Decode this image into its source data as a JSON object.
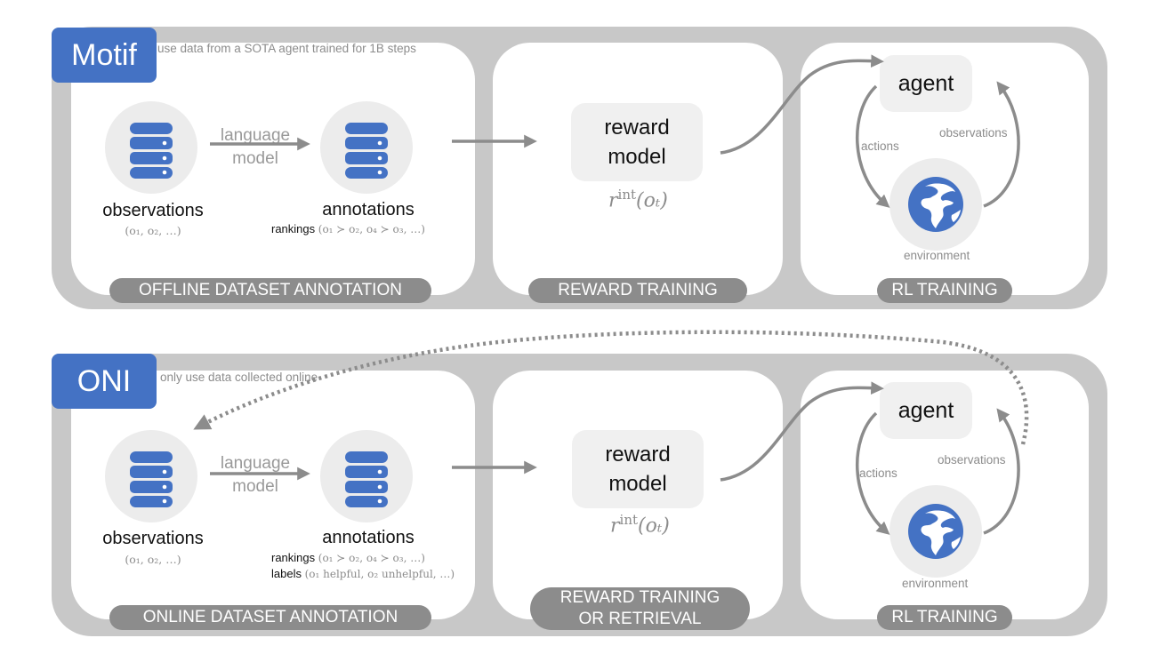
{
  "colors": {
    "frame": "#c8c8c8",
    "accent": "#4472c4",
    "stage": "#8c8c8c",
    "arrow": "#8c8c8c"
  },
  "rows": [
    {
      "tag": "Motif",
      "note": "use data from a SOTA agent trained for 1B steps",
      "obs_label": "observations",
      "obs_math": "(o₁, o₂, …)",
      "lm_label": "language\nmodel",
      "ann_label": "annotations",
      "rankings_prefix": "rankings",
      "rankings_math": "(o₁ ≻ o₂, o₄ ≻ o₃, …)",
      "labels_prefix": "",
      "labels_math": "",
      "stage1": "OFFLINE DATASET ANNOTATION",
      "reward_model": "reward\nmodel",
      "rint": "r",
      "rint_sup": "int",
      "rint_arg": "(oₜ)",
      "stage2": "REWARD TRAINING",
      "agent": "agent",
      "actions": "actions",
      "observations": "observations",
      "environment": "environment",
      "stage3": "RL TRAINING"
    },
    {
      "tag": "ONI",
      "note": "only use data collected online",
      "obs_label": "observations",
      "obs_math": "(o₁, o₂, …)",
      "lm_label": "language\nmodel",
      "ann_label": "annotations",
      "rankings_prefix": "rankings",
      "rankings_math": "(o₁ ≻ o₂, o₄ ≻ o₃, …)",
      "labels_prefix": "labels",
      "labels_math": "(o₁ helpful, o₂ unhelpful, …)",
      "stage1": "ONLINE DATASET ANNOTATION",
      "reward_model": "reward\nmodel",
      "rint": "r",
      "rint_sup": "int",
      "rint_arg": "(oₜ)",
      "stage2": "REWARD TRAINING\nOR RETRIEVAL",
      "agent": "agent",
      "actions": "actions",
      "observations": "observations",
      "environment": "environment",
      "stage3": "RL TRAINING"
    }
  ],
  "icons": [
    "database-icon",
    "globe-icon"
  ]
}
